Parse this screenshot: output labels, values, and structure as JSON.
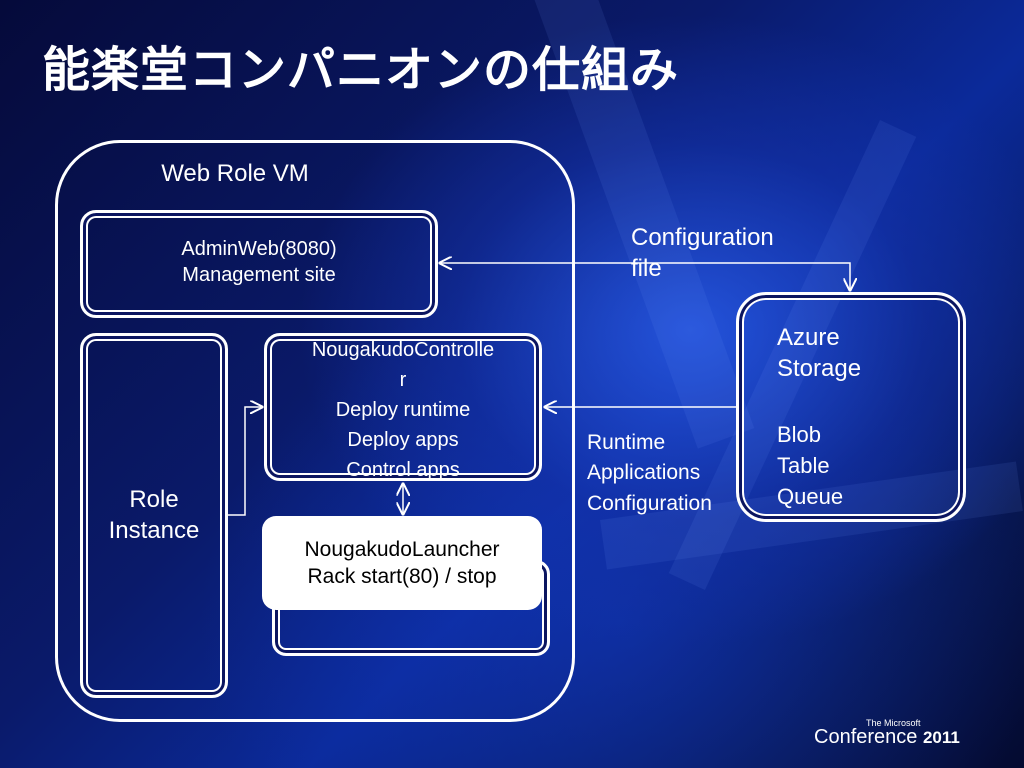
{
  "slide": {
    "title": "能楽堂コンパニオンの仕組み"
  },
  "diagram": {
    "vm_label": "Web Role VM",
    "admin_line1": "AdminWeb(8080)",
    "admin_line2": "Management site",
    "role_line1": "Role",
    "role_line2": "Instance",
    "controller_line1": "NougakudoControlle",
    "controller_line2": "r",
    "controller_line3": "Deploy runtime",
    "controller_line4": "Deploy apps",
    "controller_line5": "Control apps",
    "launcher_line1": "NougakudoLauncher",
    "launcher_line2": "Rack start(80)  / stop",
    "storage_line1": "Azure",
    "storage_line2": "Storage",
    "storage_item1": "Blob",
    "storage_item2": "Table",
    "storage_item3": "Queue",
    "config_line1": "Configuration",
    "config_line2": "file",
    "runtime_line1": "Runtime",
    "runtime_line2": "Applications",
    "runtime_line3": "Configuration"
  },
  "footer": {
    "brand_small": "The Microsoft",
    "brand_name": "Conference",
    "brand_year": "2011"
  }
}
